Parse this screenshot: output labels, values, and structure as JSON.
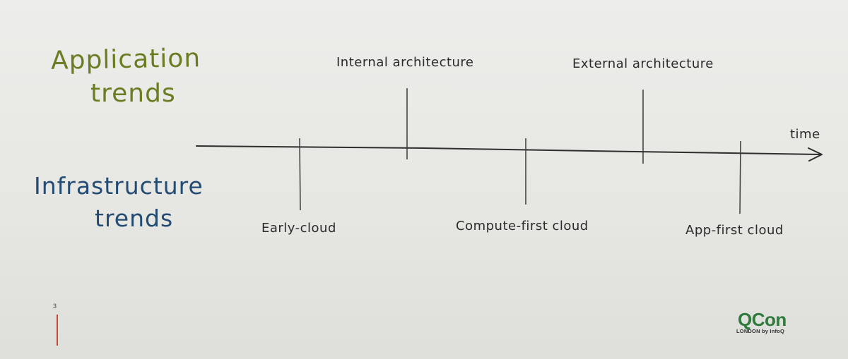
{
  "headings": {
    "application_line1": "Application",
    "application_line2": "trends",
    "infrastructure_line1": "Infrastructure",
    "infrastructure_line2": "trends"
  },
  "axis": {
    "label": "time"
  },
  "application_markers": [
    {
      "label": "Internal architecture"
    },
    {
      "label": "External architecture"
    }
  ],
  "infrastructure_markers": [
    {
      "label": "Early-cloud"
    },
    {
      "label": "Compute-first cloud"
    },
    {
      "label": "App-first cloud"
    }
  ],
  "footer": {
    "page_number": "3",
    "logo_text": "QCon",
    "logo_subtitle": "LONDON by InfoQ"
  },
  "colors": {
    "application": "#6b7d23",
    "infrastructure": "#244b73",
    "text": "#2b2b2b",
    "logo": "#2f7a3c",
    "accent_tick": "#c9463a"
  }
}
